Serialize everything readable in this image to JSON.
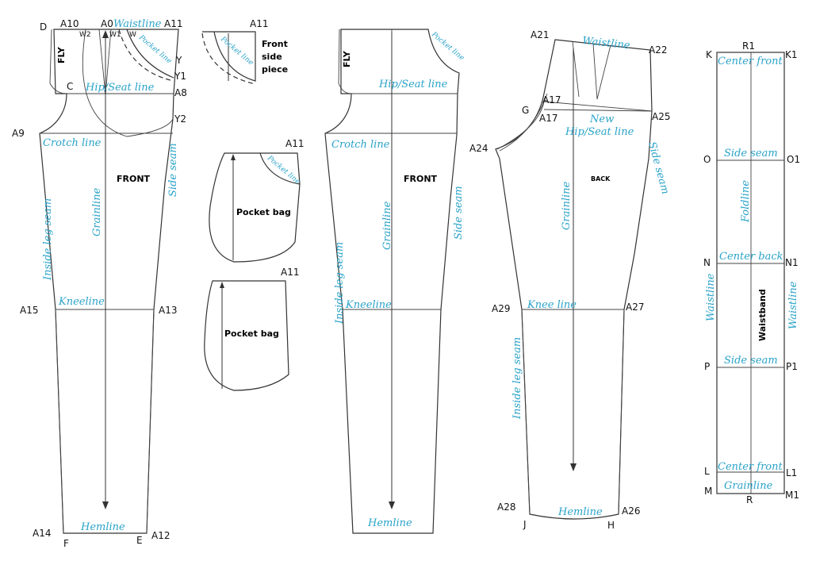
{
  "labels": {
    "d": "D",
    "a10": "A10",
    "a0": "A0",
    "waistline": "Waistline",
    "a11": "A11",
    "w2": "W2",
    "w1": "W1",
    "w": "W",
    "fly": "FLY",
    "pocket_line": "Pocket line",
    "y": "Y",
    "y1": "Y1",
    "c": "C",
    "hip_seat_line": "Hip/Seat line",
    "a8": "A8",
    "y2": "Y2",
    "a9": "A9",
    "crotch_line": "Crotch line",
    "front": "FRONT",
    "side_seam": "Side seam",
    "grainline": "Grainline",
    "inside_leg_seam": "Inside leg seam",
    "kneeline": "Kneeline",
    "a15": "A15",
    "a13": "A13",
    "hemline": "Hemline",
    "a14": "A14",
    "f": "F",
    "e": "E",
    "a12": "A12",
    "front_side_piece_1": "Front",
    "front_side_piece_2": "side",
    "front_side_piece_3": "piece",
    "pocket_bag": "Pocket bag",
    "a21": "A21",
    "a22": "A22",
    "g": "G",
    "a17": "A17",
    "new": "New",
    "a25": "A25",
    "a24": "A24",
    "back": "BACK",
    "a29": "A29",
    "knee_line": "Knee line",
    "a27": "A27",
    "a28": "A28",
    "a26": "A26",
    "j": "J",
    "h": "H",
    "k": "K",
    "r1": "R1",
    "k1": "K1",
    "center_front": "Center front",
    "o": "O",
    "o1": "O1",
    "foldline": "Foldline",
    "n": "N",
    "n1": "N1",
    "center_back": "Center back",
    "waistband": "Waistband",
    "p": "P",
    "p1": "P1",
    "l": "L",
    "l1": "L1",
    "m": "M",
    "m1": "M1",
    "r": "R"
  }
}
